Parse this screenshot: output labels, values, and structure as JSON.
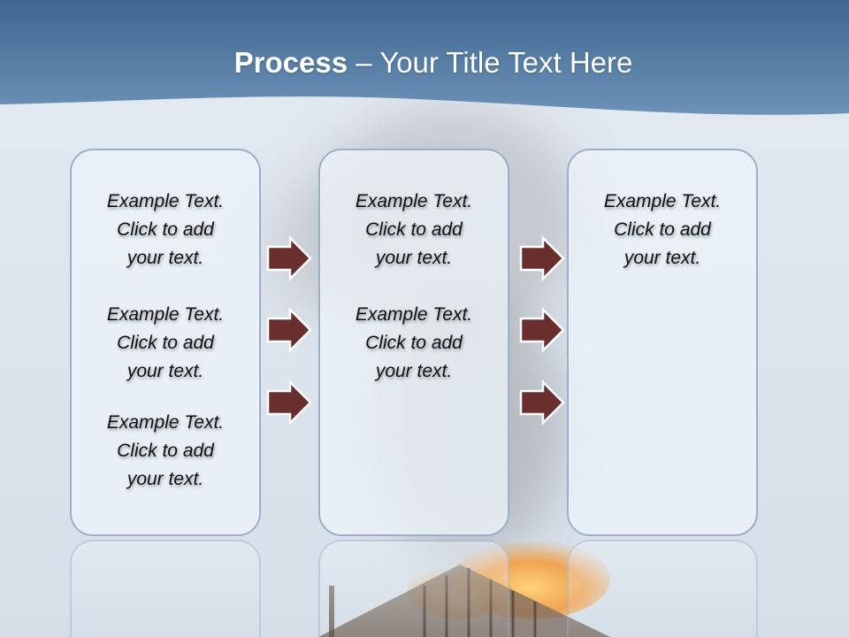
{
  "title": {
    "bold": "Process",
    "rest": " – Your Title Text Here"
  },
  "colors": {
    "header": "#4f77a3",
    "panel_border": "#98aecb",
    "arrow_fill": "#6b2e2e",
    "arrow_stroke": "#ffffff"
  },
  "columns": [
    {
      "blocks": [
        {
          "line1": "Example Text.",
          "line2": "Click  to add",
          "line3": "your text."
        },
        {
          "line1": "Example Text.",
          "line2": "Click  to add",
          "line3": "your text."
        },
        {
          "line1": "Example Text.",
          "line2": "Click  to add",
          "line3": "your text."
        }
      ]
    },
    {
      "blocks": [
        {
          "line1": "Example Text.",
          "line2": "Click  to add",
          "line3": "your text."
        },
        {
          "line1": "Example Text.",
          "line2": "Click  to add",
          "line3": "your text."
        }
      ]
    },
    {
      "blocks": [
        {
          "line1": "Example Text.",
          "line2": "Click  to add",
          "line3": "your text."
        }
      ]
    }
  ],
  "arrows": {
    "icon": "right-arrow-icon"
  }
}
